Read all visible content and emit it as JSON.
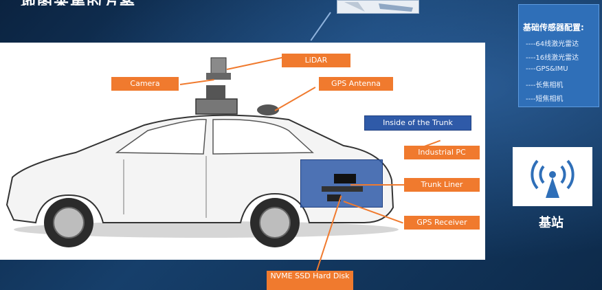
{
  "slide": {
    "title": "地图采集的方案"
  },
  "callouts": {
    "lidar": "LiDAR",
    "camera": "Camera",
    "gps_antenna": "GPS Antenna",
    "inside_trunk": "Inside of the Trunk",
    "industrial_pc": "Industrial PC",
    "trunk_liner": "Trunk Liner",
    "gps_receiver": "GPS Receiver",
    "nvme_ssd": "NVME SSD Hard Disk"
  },
  "sensor_config": {
    "title": "基础传感器配置:",
    "items": [
      "----64线激光雷达",
      "----16线激光雷达",
      "----GPS&IMU",
      "----长焦相机",
      "----短焦相机"
    ]
  },
  "base_station": {
    "label": "基站"
  },
  "colors": {
    "callout_orange": "#f07a2e",
    "callout_blue": "#2f5aa8",
    "sensor_box": "#2f6fb8"
  },
  "icons": {
    "base_station": "antenna-signal-icon",
    "car": "car-illustration"
  }
}
